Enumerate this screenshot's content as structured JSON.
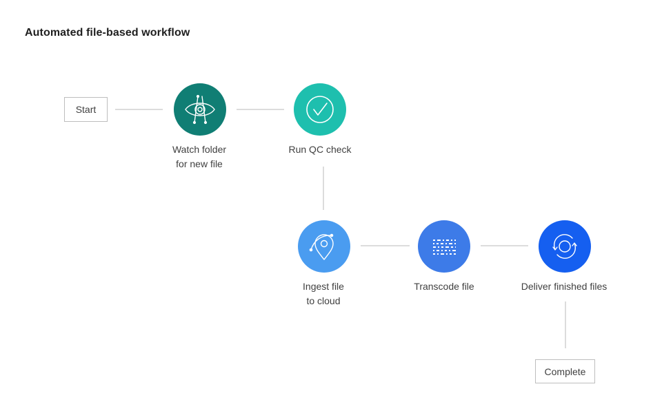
{
  "title": "Automated file-based workflow",
  "terminals": {
    "start": "Start",
    "complete": "Complete"
  },
  "steps": {
    "watch": {
      "lines": [
        "Watch folder",
        "for new file"
      ],
      "icon": "eye-icon",
      "color": "#107e74"
    },
    "qc": {
      "lines": [
        "Run QC check"
      ],
      "icon": "checkmark-icon",
      "color": "#1ebfae"
    },
    "ingest": {
      "lines": [
        "Ingest file",
        "to cloud"
      ],
      "icon": "location-pin-icon",
      "color": "#4a9cf0"
    },
    "transcode": {
      "lines": [
        "Transcode file"
      ],
      "icon": "data-grid-icon",
      "color": "#3d7be8"
    },
    "deliver": {
      "lines": [
        "Deliver finished files"
      ],
      "icon": "refresh-cycle-icon",
      "color": "#155ff0"
    }
  },
  "colors": {
    "connector": "#dcdcdc",
    "icon_stroke": "#ffffff"
  }
}
